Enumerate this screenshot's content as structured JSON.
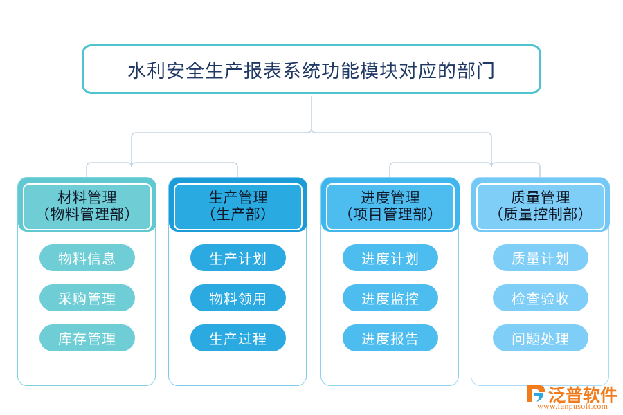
{
  "root": {
    "title": "水利安全生产报表系统功能模块对应的部门",
    "border_color": "#4FC3CE",
    "text_color": "#1F3864"
  },
  "connector": {
    "color": "#C5D5E4"
  },
  "columns": [
    {
      "id": "material",
      "header_line1": "材料管理",
      "header_line2": "（物料管理部）",
      "band_color": "#5FC8D1",
      "inner_color": "#6FCDD6",
      "pill_color": "#6FCDD6",
      "outline_color": "#7FD4DC",
      "items": [
        "物料信息",
        "采购管理",
        "库存管理"
      ]
    },
    {
      "id": "production",
      "header_line1": "生产管理",
      "header_line2": "（生产部）",
      "band_color": "#1B9CD8",
      "inner_color": "#29ABE2",
      "pill_color": "#2BAAE1",
      "outline_color": "#7EC9EC",
      "items": [
        "生产计划",
        "物料领用",
        "生产过程"
      ]
    },
    {
      "id": "progress",
      "header_line1": "进度管理",
      "header_line2": "（项目管理部）",
      "band_color": "#3FB7EE",
      "inner_color": "#4DBDF0",
      "pill_color": "#4DBDF0",
      "outline_color": "#8FD3F2",
      "items": [
        "进度计划",
        "进度监控",
        "进度报告"
      ]
    },
    {
      "id": "quality",
      "header_line1": "质量管理",
      "header_line2": "（质量控制部）",
      "band_color": "#74C8F5",
      "inner_color": "#7FCEF7",
      "pill_color": "#7FCEF7",
      "outline_color": "#A9DBF8",
      "items": [
        "质量计划",
        "检查验收",
        "问题处理"
      ]
    }
  ],
  "logo": {
    "brand": "泛普软件",
    "url": "www.fanpusoft.com",
    "color": "#F07C1E"
  }
}
